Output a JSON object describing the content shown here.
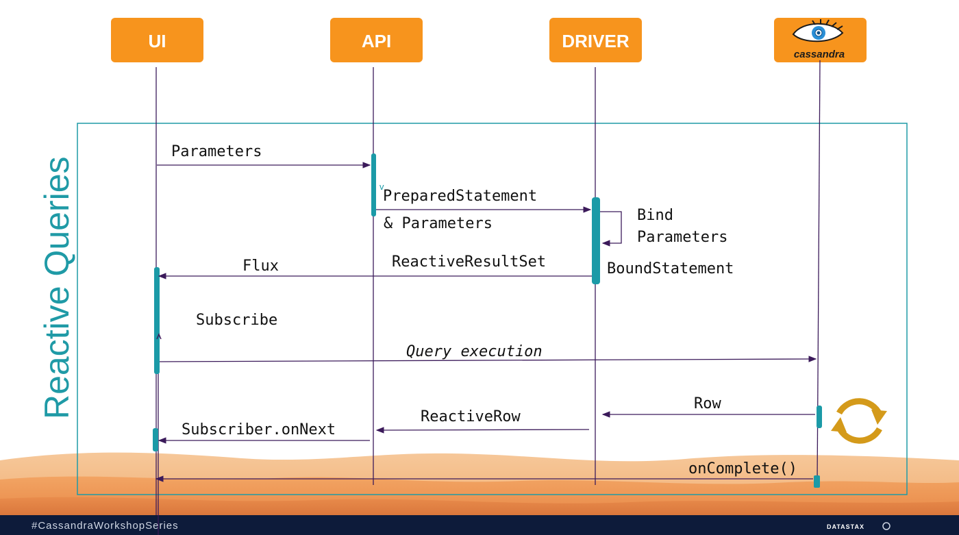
{
  "participants": [
    {
      "id": "ui",
      "label": "UI"
    },
    {
      "id": "api",
      "label": "API"
    },
    {
      "id": "driver",
      "label": "DRIVER"
    },
    {
      "id": "cassandra",
      "label": "cassandra",
      "logo": "cassandra-eye-logo"
    }
  ],
  "frame_label": "Reactive Queries",
  "messages": {
    "parameters": "Parameters",
    "prepared_statement": "PreparedStatement",
    "and_parameters": "& Parameters",
    "bind": "Bind",
    "bind_parameters": "Parameters",
    "flux": "Flux",
    "reactive_result_set": "ReactiveResultSet",
    "bound_statement": "BoundStatement",
    "subscribe": "Subscribe",
    "query_execution": "Query execution",
    "row": "Row",
    "reactive_row": "ReactiveRow",
    "subscriber_on_next": "Subscriber.onNext",
    "on_complete": "onComplete()"
  },
  "footer": {
    "hashtag": "#CassandraWorkshopSeries",
    "brand": "DATASTAX"
  },
  "icons": [
    "cassandra-eye-logo",
    "repeat-cycle-icon"
  ],
  "colors": {
    "header": "#f7941d",
    "accent": "#1f9aa6",
    "line": "#3b1a5a",
    "footer": "#0d1b3a",
    "cycle": "#d49a1a"
  }
}
